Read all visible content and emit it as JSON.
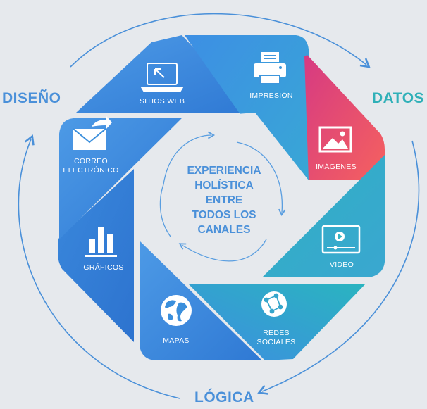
{
  "corners": {
    "design": "DISEÑO",
    "data": "DATOS",
    "logic": "LÓGICA"
  },
  "center": {
    "text": "EXPERIENCIA\nHOLÍSTICA\nENTRE\nTODOS LOS\nCANALES"
  },
  "segments": [
    {
      "label": "SITIOS WEB",
      "icon": "laptop-icon"
    },
    {
      "label": "IMPRESIÓN",
      "icon": "printer-icon"
    },
    {
      "label": "IMÁGENES",
      "icon": "image-icon"
    },
    {
      "label": "VIDEO",
      "icon": "video-icon"
    },
    {
      "label": "REDES\nSOCIALES",
      "icon": "network-globe-icon"
    },
    {
      "label": "MAPAS",
      "icon": "globe-icon"
    },
    {
      "label": "GRÁFICOS",
      "icon": "bar-chart-icon"
    },
    {
      "label": "CORREO\nELECTRÓNICO",
      "icon": "email-icon"
    }
  ],
  "colors": {
    "background": "#e6e9ed",
    "blue": "#3f8fe0",
    "deep_blue": "#2f78d6",
    "teal": "#34b3c2",
    "coral": "#f0566a",
    "magenta": "#e03d7c",
    "center_text": "#4a90d9",
    "ring": "#4a90d9"
  }
}
